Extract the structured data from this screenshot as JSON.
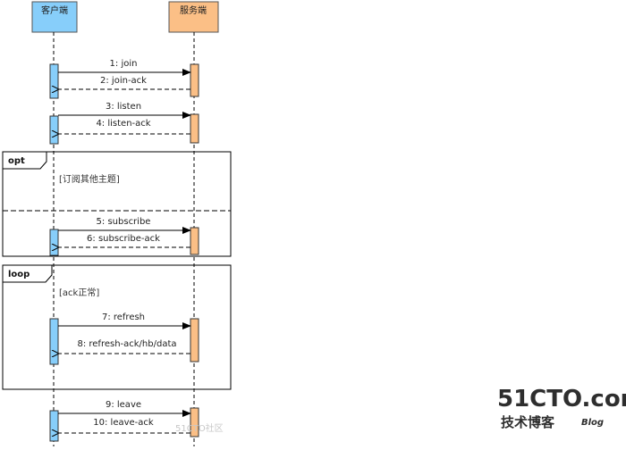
{
  "participants": {
    "client": "客户端",
    "server": "服务端"
  },
  "messages": [
    "1: join",
    "2: join-ack",
    "3: listen",
    "4: listen-ack",
    "5: subscribe",
    "6: subscribe-ack",
    "7: refresh",
    "8: refresh-ack/hb/data",
    "9: leave",
    "10: leave-ack"
  ],
  "fragments": {
    "opt": {
      "keyword": "opt",
      "guard": "[订阅其他主题]"
    },
    "loop": {
      "keyword": "loop",
      "guard": "[ack正常]"
    }
  },
  "watermarks": {
    "site": "51CTO.com",
    "tagline": "技术博客",
    "blog": "Blog",
    "community": "51CTO社区"
  },
  "colors": {
    "client_fill": "#87cefa",
    "server_fill": "#fbbf86",
    "line": "#000000"
  }
}
